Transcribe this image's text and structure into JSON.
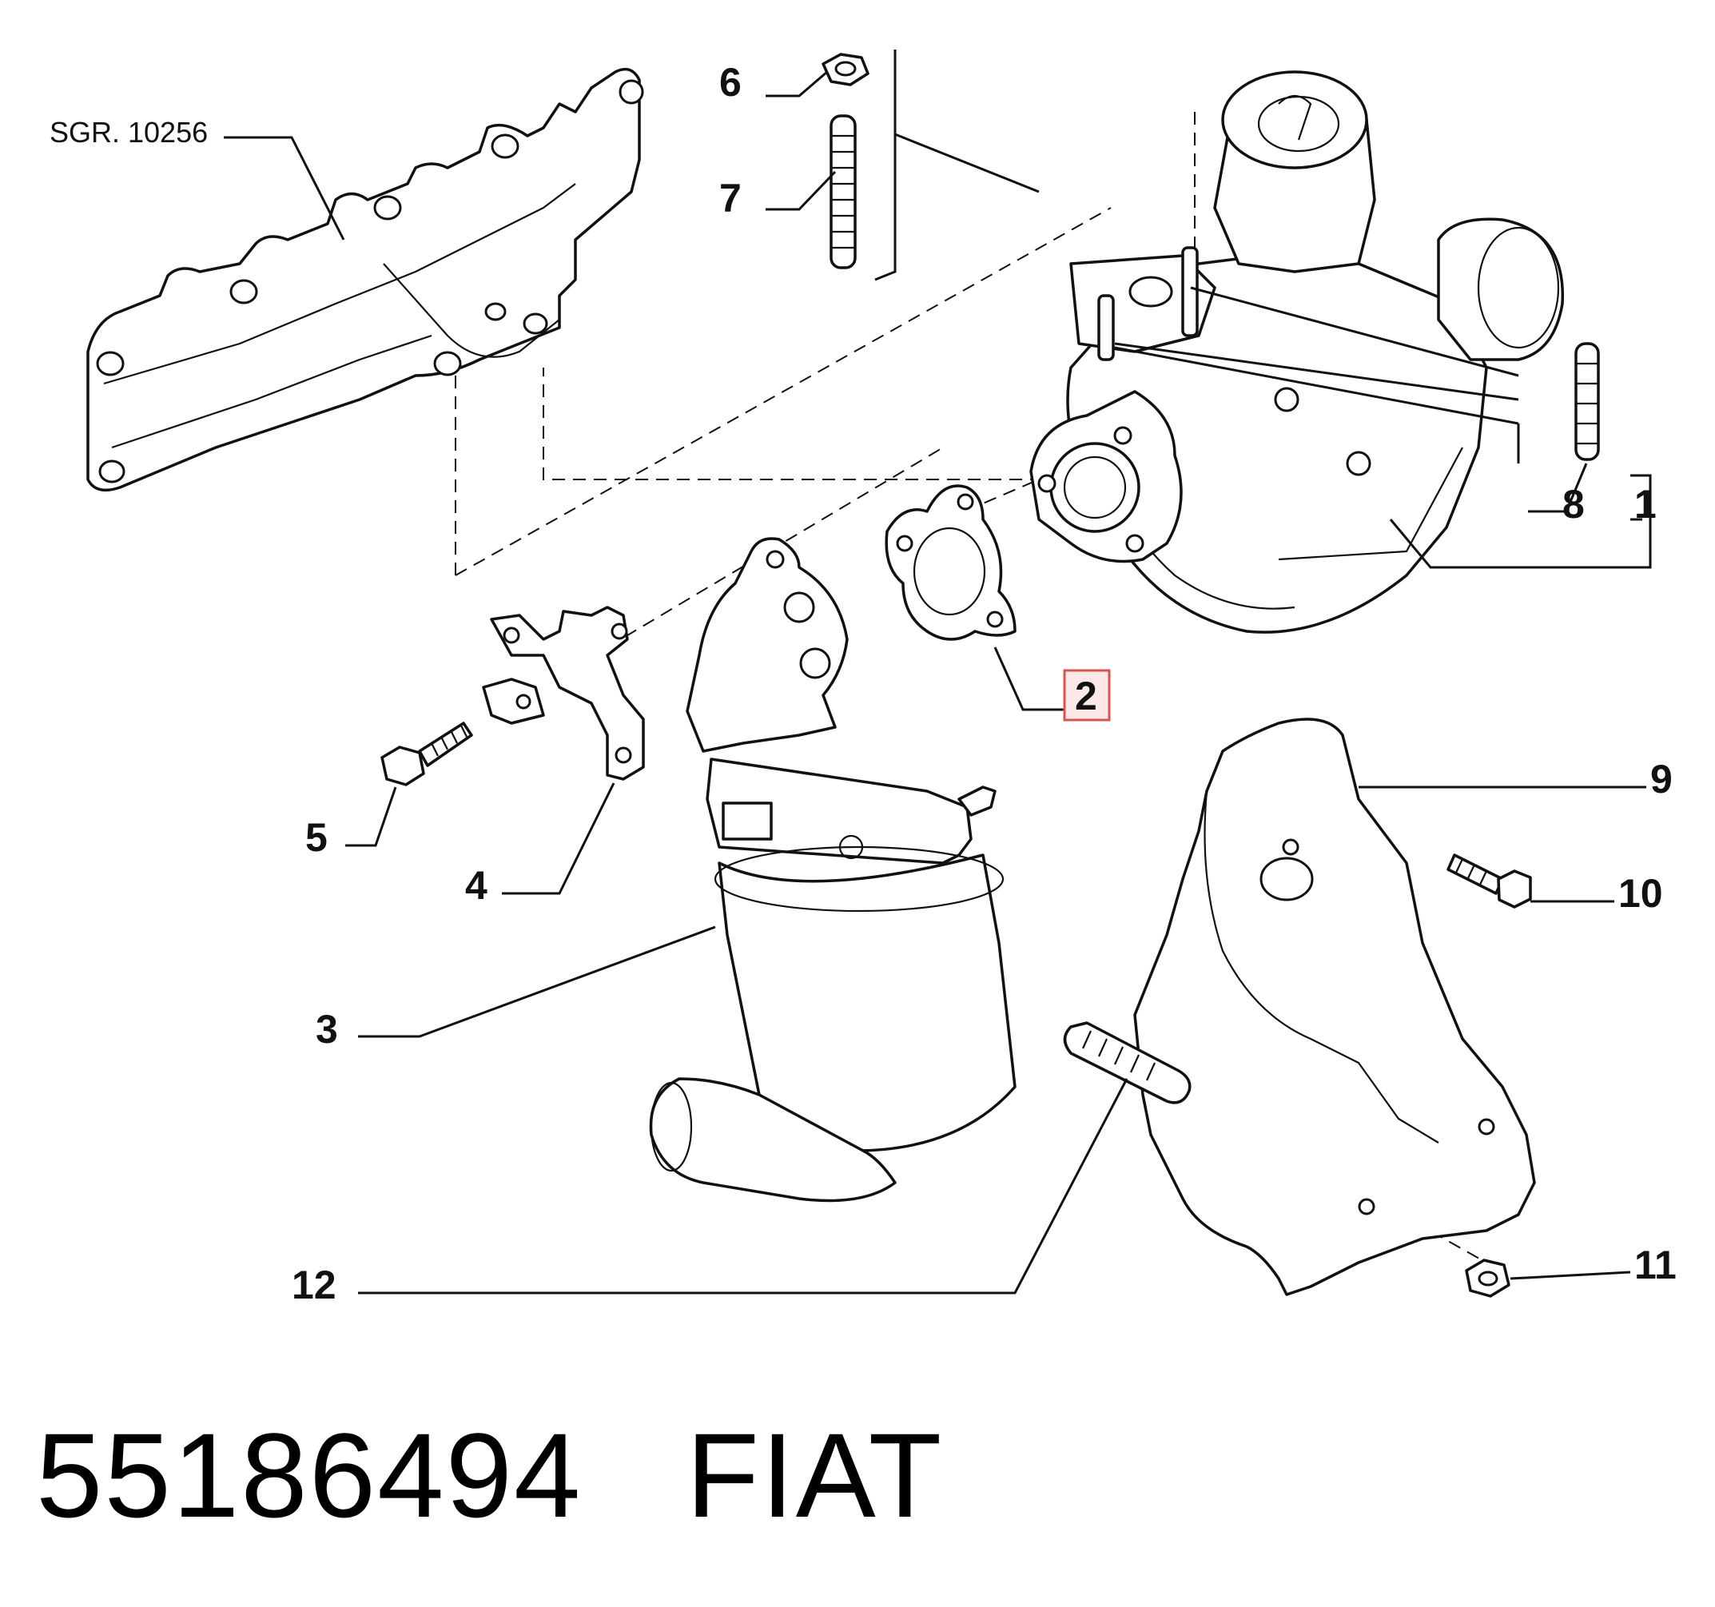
{
  "diagram": {
    "reference": "SGR. 10256",
    "callouts": [
      "1",
      "2",
      "3",
      "4",
      "5",
      "6",
      "7",
      "8",
      "9",
      "10",
      "11",
      "12"
    ],
    "highlighted_callout": "2",
    "highlight_color": "#d9534f",
    "highlight_fill": "#fde8e8"
  },
  "caption": {
    "part_number": "55186494",
    "brand": "FIAT"
  }
}
